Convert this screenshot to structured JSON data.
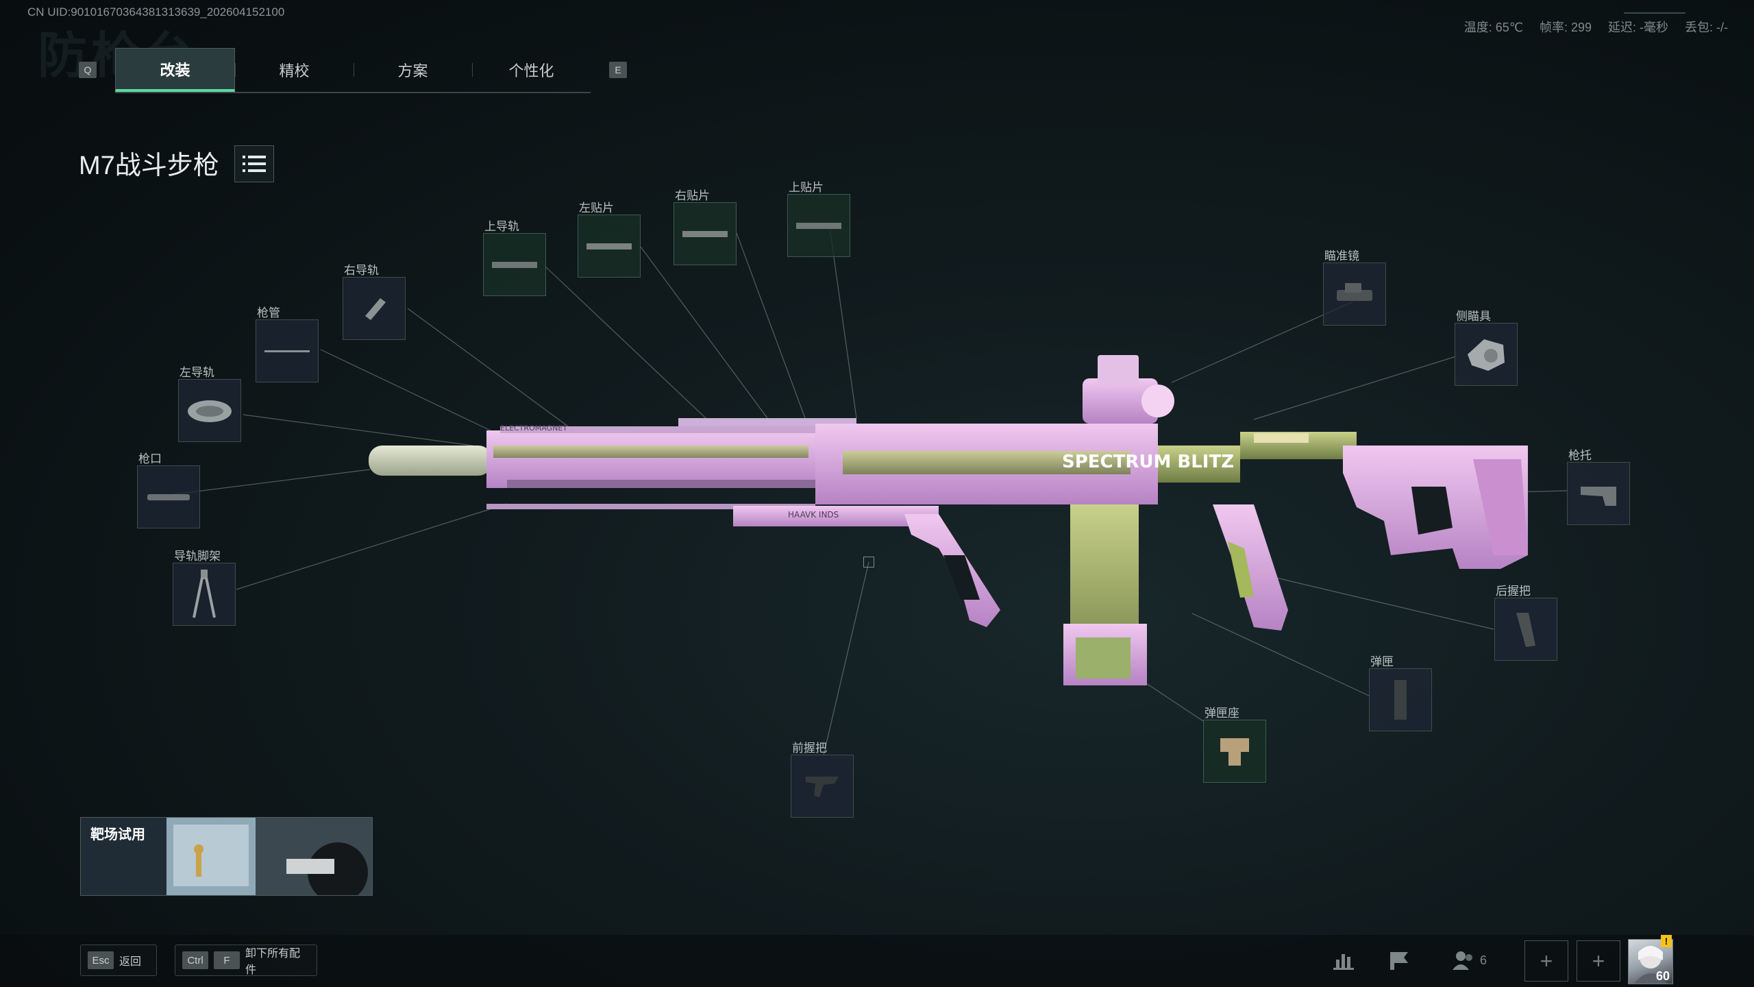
{
  "uid": "CN UID:90101670364381313639_202604152100",
  "ghost_title": "防枪台",
  "status": {
    "temperature": "温度: 65℃",
    "fps": "帧率: 299",
    "latency": "延迟: -毫秒",
    "packet_loss": "丢包: -/-"
  },
  "tabs": {
    "key_left": "Q",
    "key_right": "E",
    "items": [
      "改装",
      "精校",
      "方案",
      "个性化"
    ],
    "active_index": 0
  },
  "weapon": {
    "name": "M7战斗步枪"
  },
  "slots": [
    {
      "label": "上导轨"
    },
    {
      "label": "左贴片"
    },
    {
      "label": "右贴片"
    },
    {
      "label": "上贴片"
    },
    {
      "label": "右导轨"
    },
    {
      "label": "枪管"
    },
    {
      "label": "左导轨"
    },
    {
      "label": "枪口"
    },
    {
      "label": "导轨脚架"
    },
    {
      "label": "瞄准镜"
    },
    {
      "label": "侧瞄具"
    },
    {
      "label": "枪托"
    },
    {
      "label": "后握把"
    },
    {
      "label": "弹匣"
    },
    {
      "label": "弹匣座"
    },
    {
      "label": "前握把"
    }
  ],
  "gun_markings": {
    "skin": "SPECTRUM BLITZ",
    "rail_top": "ELECTROMAGNET",
    "rail_bottom": "HAAVK INDS"
  },
  "range_trial": {
    "label": "靶场试用"
  },
  "hints": {
    "esc_key": "Esc",
    "esc_label": "返回",
    "ctrl_key": "Ctrl",
    "f_key": "F",
    "remove_label": "卸下所有配件"
  },
  "squad": {
    "count": "6"
  },
  "player": {
    "level": "60",
    "alert": "!"
  },
  "colors": {
    "accent": "#5fd9a0",
    "gun_pink": "#d9a6d9",
    "gun_green": "#9fb06a",
    "alert": "#f5c218"
  }
}
